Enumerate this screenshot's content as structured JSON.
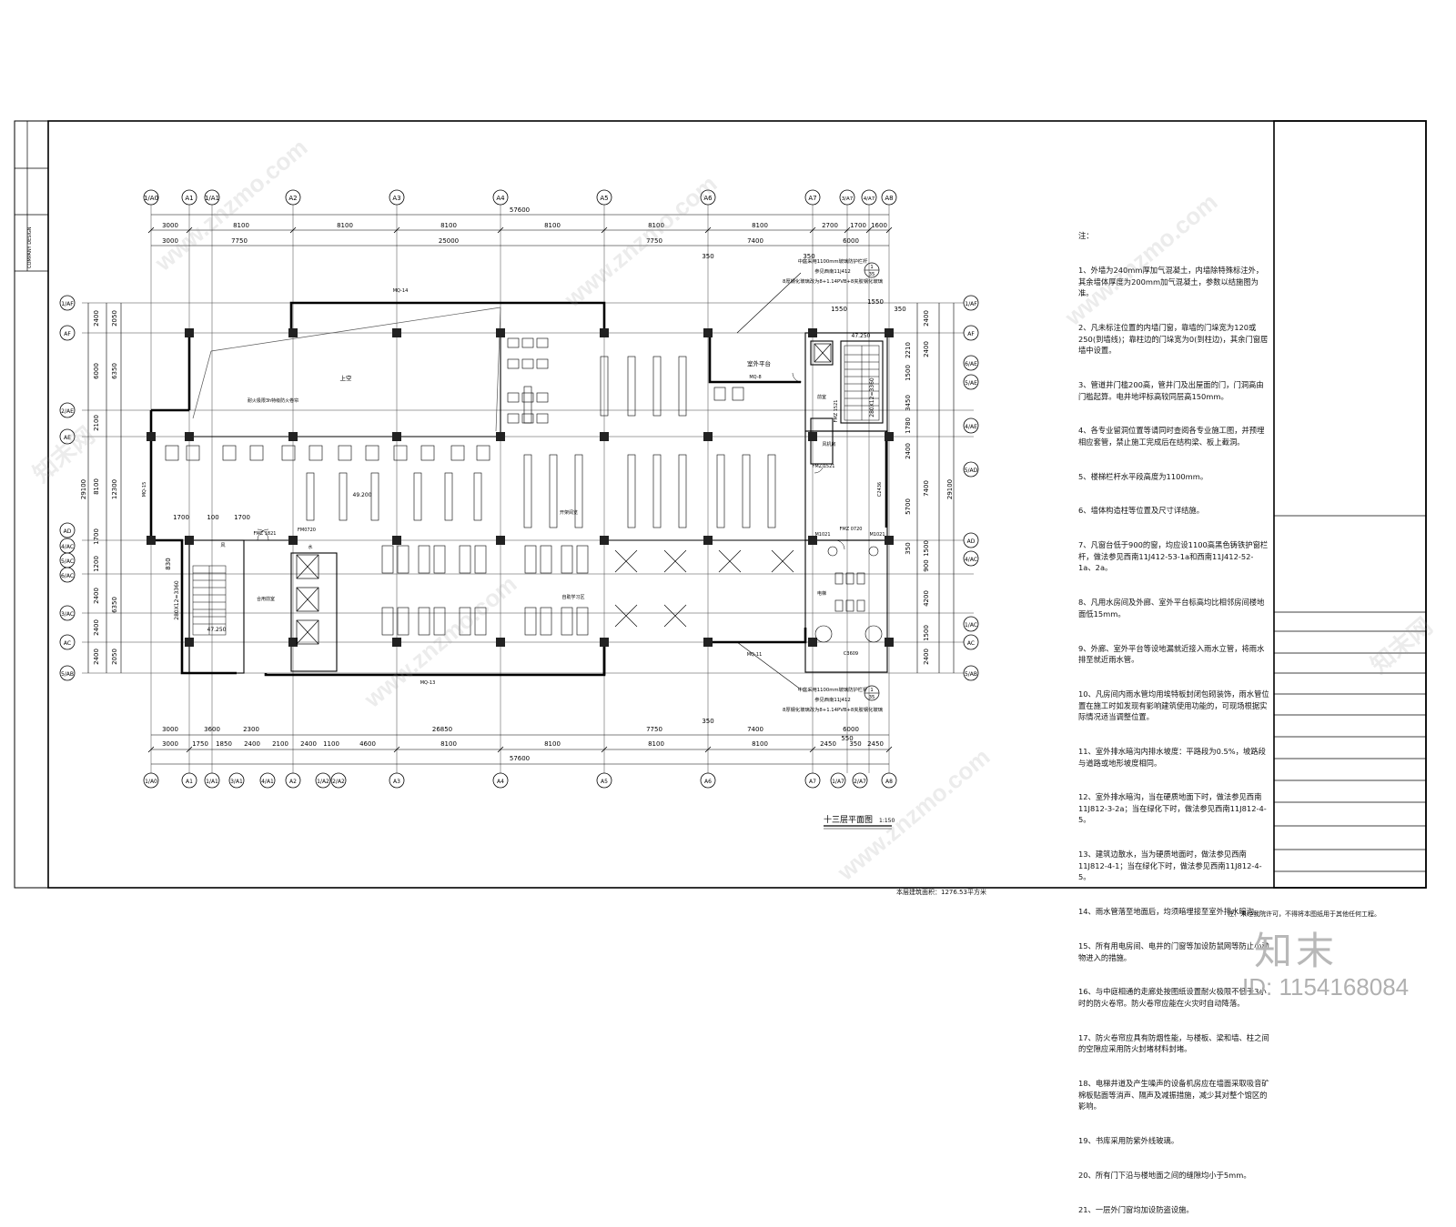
{
  "drawing": {
    "title": "十三层平面图",
    "scale": "1:150",
    "area_note": "本层建筑面积：1276.53平方米",
    "copyright_note": "注：未经我院许可，不得将本图纸用于其他任何工程。",
    "total_width_top": "57600",
    "total_width_bottom": "57600",
    "total_height_left": "29100",
    "total_height_right": "29100"
  },
  "axes_top": [
    "1/A0",
    "A1",
    "1/A1",
    "A2",
    "A3",
    "A4",
    "A5",
    "A6",
    "A7",
    "3/A7",
    "4/A7",
    "A8"
  ],
  "axes_bottom": [
    "1/A0",
    "A1",
    "1/A1",
    "3/A1",
    "4/A1",
    "A2",
    "1/A2",
    "2/A2",
    "A3",
    "A4",
    "A5",
    "A6",
    "A7",
    "1/A7",
    "2/A7",
    "A8"
  ],
  "axes_left": [
    "1/AF",
    "AF",
    "2/AE",
    "AE",
    "AD",
    "4/AC",
    "5/AC",
    "6/AC",
    "3/AC",
    "AC",
    "5/AB"
  ],
  "axes_right": [
    "1/AF",
    "AF",
    "6/AE",
    "5/AE",
    "4/AE",
    "5/AD",
    "AD",
    "4/AC",
    "1/AC",
    "AC",
    "5/AB"
  ],
  "dims_top_row1": [
    "3000",
    "8100",
    "8100",
    "8100",
    "8100",
    "8100",
    "8100",
    "2700",
    "1700",
    "1600"
  ],
  "dims_top_row2": [
    "3000",
    "7750",
    "25000",
    "7750",
    "7400",
    "6000"
  ],
  "dims_bottom_row1": [
    "3000",
    "3600",
    "2300",
    "26850",
    "7750",
    "7400",
    "6000"
  ],
  "dims_bottom_row2": [
    "3000",
    "1750",
    "1850",
    "2400",
    "2100",
    "2400",
    "1100",
    "4600",
    "8100",
    "8100",
    "8100",
    "8100",
    "2450",
    "350",
    "2450"
  ],
  "dims_left_outer": [
    "2400",
    "6000",
    "2100",
    "8100",
    "1700",
    "1200",
    "2400",
    "2400",
    "2400"
  ],
  "dims_left_inner": [
    "2050",
    "6350",
    "12300",
    "6350",
    "2050"
  ],
  "dims_right_inner": [
    "2210",
    "1500",
    "3450",
    "1780",
    "2400",
    "7400",
    "5700",
    "350",
    "1500",
    "900",
    "4200",
    "1500",
    "2400"
  ],
  "dims_right_outer": [
    "2400",
    "2400"
  ],
  "rooms": {
    "void": "上空",
    "fire_shutter": "耐火极限3h特级防火卷帘",
    "open_reading": "开架阅览",
    "outdoor_platform": "室外平台",
    "front_room": "前室",
    "fan_room": "风机房",
    "shared_front_room": "合用前室",
    "self_study": "自助学习区",
    "well": "水",
    "wind": "风",
    "elev_label": "电梯",
    "elev1": "47.250",
    "elev2": "49.200",
    "elev3": "47.250",
    "stair_left": "280X12=3360",
    "stair_right": "280X12=3360"
  },
  "callouts": {
    "top_l1": "中庭采用1100mm玻璃防护栏杆",
    "top_l2": "参见西南11J412",
    "top_l3": "8厚钢化玻璃改为8+1.14PVB+8夹胶钢化玻璃",
    "bottom_l1": "中庭采用1100mm玻璃防护栏杆",
    "bottom_l2": "参见西南11J412",
    "bottom_l3": "8厚钢化玻璃改为8+1.14PVB+8夹胶钢化玻璃",
    "num": "1",
    "sheet": "35"
  },
  "tags": {
    "mq14": "MQ-14",
    "mq15": "MQ-15",
    "mq8": "MQ-8",
    "mq11": "MQ-11",
    "mq13": "MQ-13",
    "fmz1821": "FMZ 1821",
    "fm0720": "FM0720",
    "fmz1521a": "FMZ 1521",
    "fmz1521b": "FMZ 1521",
    "m1021": "M1021",
    "m1021b": "M1021",
    "fm0720b": "FMZ 0720",
    "c2436": "C2436",
    "c3609": "C3609",
    "d100": "100",
    "d1700a": "1700",
    "d1700b": "1700",
    "d830": "830",
    "d350a": "350",
    "d350b": "350",
    "d350c": "350",
    "d350d": "350",
    "d550": "550",
    "d1550": "1550",
    "d1550b": "1550"
  },
  "notes": [
    "注：",
    "1、外墙为240mm厚加气混凝土，内墙除特殊标注外，其余墙体厚度为200mm加气混凝土，参数以结施图为准。",
    "2、凡未标注位置的内墙门窗，靠墙的门垛宽为120或250(到墙线)；靠柱边的门垛宽为0(到柱边)，其余门窗居墙中设置。",
    "3、管道井门槛200高，管井门及出屋面的门，门洞高由门槛起算。电井地坪标高较同层高150mm。",
    "4、各专业留洞位置等请同时查阅各专业施工图，并预埋相应套管，禁止施工完成后在结构梁、板上截洞。",
    "5、楼梯栏杆水平段高度为1100mm。",
    "6、墙体构造柱等位置及尺寸详结施。",
    "7、凡窗台低于900的窗，均应设1100高黑色铸铁护窗栏杆，做法参见西南11J412-53-1a和西南11J412-52-1a、2a。",
    "8、凡用水房间及外廊、室外平台标高均比相邻房间楼地面低15mm。",
    "9、外廊、室外平台等设地漏就近接入雨水立管，将雨水排至就近雨水管。",
    "10、凡房间内雨水管均用埃特板封闭包砌装饰，雨水管位置在施工时如发现有影响建筑使用功能的，可现场根据实际情况适当调整位置。",
    "11、室外排水暗沟内排水坡度：平路段为0.5%，坡路段与道路或地形坡度相同。",
    "12、室外排水暗沟，当在硬质地面下时，做法参见西南11J812-3-2a；当在绿化下时，做法参见西南11J812-4-5。",
    "13、建筑边散水，当为硬质地面时，做法参见西南11J812-4-1；当在绿化下时，做法参见西南11J812-4-5。",
    "14、雨水管落至地面后，均须暗埋接至室外排水暗沟。",
    "15、所有用电房间、电井的门窗等加设防鼠网等防止小动物进入的措施。",
    "16、与中庭相通的走廊处按图纸设置耐火极限不低于3小时的防火卷帘。防火卷帘应能在火灾时自动降落。",
    "17、防火卷帘应具有防烟性能，与楼板、梁和墙、柱之间的空隙应采用防火封堵材料封堵。",
    "18、电梯井道及产生噪声的设备机房应在墙面采取吸音矿棉板贴面等消声、隔声及减振措施，减少其对整个馆区的影响。",
    "19、书库采用防紫外线玻璃。",
    "20、所有门下沿与楼地面之间的缝隙均小于5mm。",
    "21、一层外门窗均加设防盗设施。"
  ],
  "title_block": {
    "company": "COMPANY DESIGN"
  },
  "watermark": {
    "brand": "知末",
    "id": "ID: 1154168084",
    "site": "www.znzmo.com",
    "site_cn": "知末网"
  }
}
